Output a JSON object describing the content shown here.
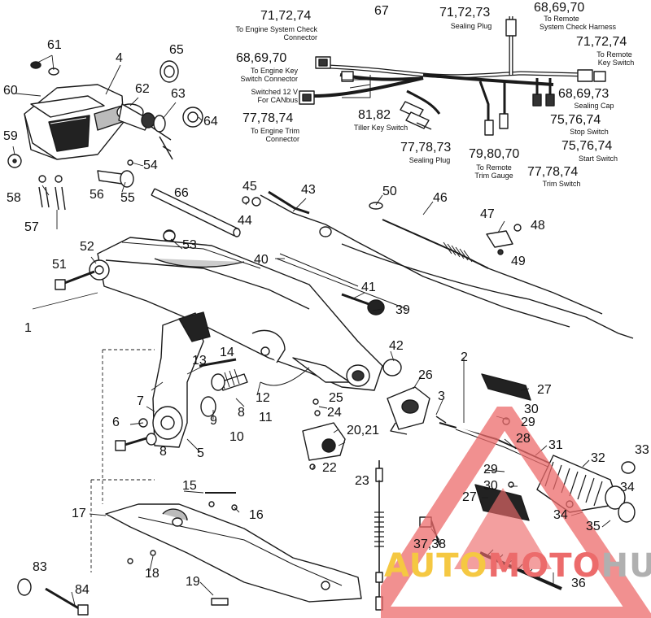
{
  "watermark": {
    "word_a": "AUTO",
    "word_b": "MOTO",
    "word_c": "HUB",
    "color_a": "#f5c842",
    "color_b": "#ec6b6b",
    "color_c": "#b0b0b0"
  },
  "connectors": [
    {
      "id": "c1",
      "numbers": "71,72,74",
      "caption_1": "To Engine System Check",
      "caption_2": "Connector"
    },
    {
      "id": "c2",
      "numbers": "68,69,70",
      "caption_1": "To Engine Key",
      "caption_2": "Switch Connector"
    },
    {
      "id": "c3",
      "numbers": "",
      "caption_1": "Switched 12 V",
      "caption_2": "For CANbus"
    },
    {
      "id": "c4",
      "numbers": "77,78,74",
      "caption_1": "To Engine Trim",
      "caption_2": "Connector"
    },
    {
      "id": "c5",
      "numbers": "67",
      "caption_1": "",
      "caption_2": ""
    },
    {
      "id": "c6",
      "numbers": "71,72,73",
      "caption_1": "Sealing Plug",
      "caption_2": ""
    },
    {
      "id": "c7",
      "numbers": "68,69,70",
      "caption_1": "To Remote",
      "caption_2": "System Check Harness"
    },
    {
      "id": "c8",
      "numbers": "71,72,74",
      "caption_1": "To Remote",
      "caption_2": "Key Switch"
    },
    {
      "id": "c9",
      "numbers": "68,69,73",
      "caption_1": "Sealing Cap",
      "caption_2": ""
    },
    {
      "id": "c10",
      "numbers": "75,76,74",
      "caption_1": "Stop Switch",
      "caption_2": ""
    },
    {
      "id": "c11",
      "numbers": "75,76,74",
      "caption_1": "Start Switch",
      "caption_2": ""
    },
    {
      "id": "c12",
      "numbers": "81,82",
      "caption_1": "Tiller Key Switch",
      "caption_2": ""
    },
    {
      "id": "c13",
      "numbers": "77,78,73",
      "caption_1": "Sealing Plug",
      "caption_2": ""
    },
    {
      "id": "c14",
      "numbers": "79,80,70",
      "caption_1": "To Remote",
      "caption_2": "Trim Gauge"
    },
    {
      "id": "c15",
      "numbers": "77,78,74",
      "caption_1": "Trim Switch",
      "caption_2": ""
    }
  ],
  "callouts": [
    "61",
    "4",
    "65",
    "60",
    "62",
    "63",
    "64",
    "59",
    "54",
    "58",
    "56",
    "55",
    "57",
    "66",
    "45",
    "44",
    "43",
    "50",
    "46",
    "47",
    "48",
    "49",
    "52",
    "53",
    "51",
    "40",
    "41",
    "39",
    "1",
    "13",
    "14",
    "42",
    "7",
    "12",
    "25",
    "26",
    "2",
    "27",
    "3",
    "6",
    "9",
    "8",
    "11",
    "24",
    "30",
    "29",
    "10",
    "8",
    "5",
    "20,21",
    "28",
    "31",
    "32",
    "33",
    "22",
    "29",
    "23",
    "30",
    "34",
    "15",
    "27",
    "17",
    "16",
    "34",
    "35",
    "37,38",
    "18",
    "83",
    "19",
    "36",
    "84"
  ]
}
